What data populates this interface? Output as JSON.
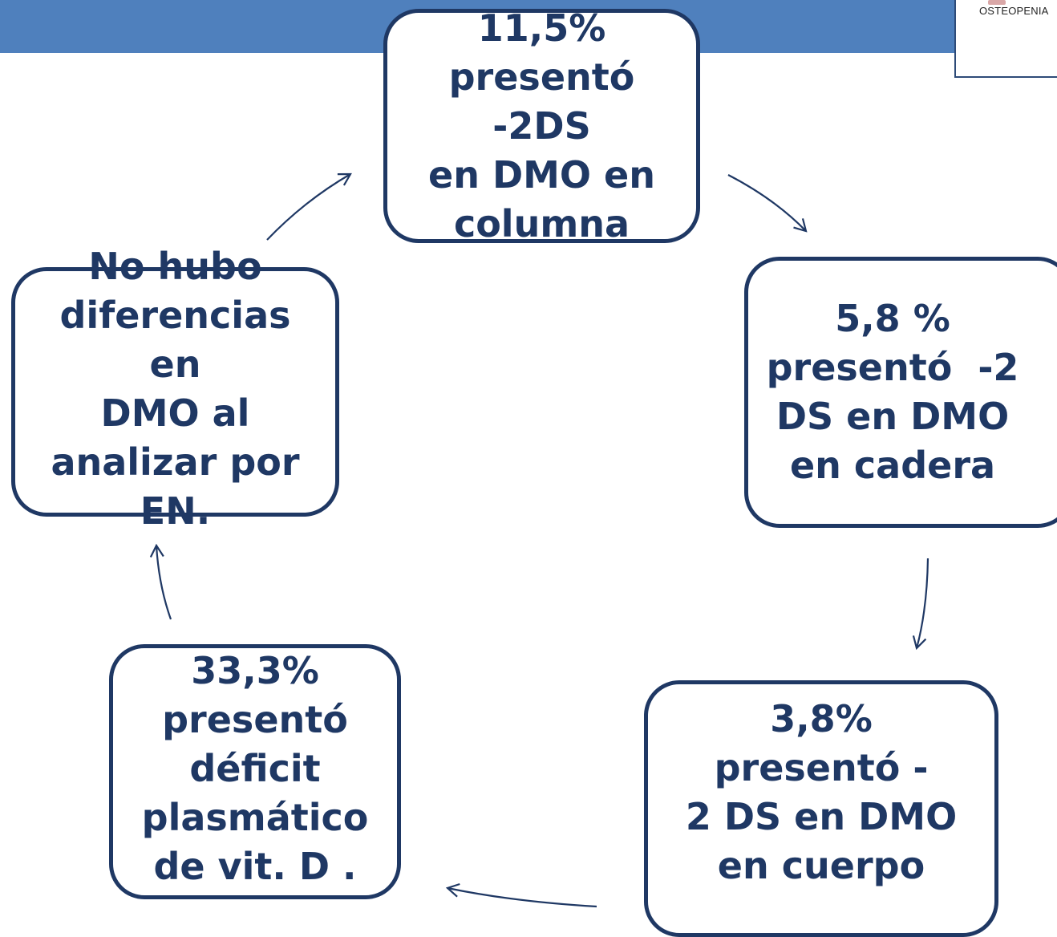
{
  "logo": {
    "text": "OSTEOPENIA"
  },
  "colors": {
    "banner": "#4f80bd",
    "node_border": "#1f3864",
    "node_text": "#1f3864",
    "arrow": "#1f3864"
  },
  "nodes": [
    {
      "id": "n1",
      "lines": [
        "11,5%",
        "presentó -2DS",
        "en DMO en",
        "columna"
      ]
    },
    {
      "id": "n2",
      "lines": [
        "5,8 %",
        "presentó  -2",
        "DS en DMO",
        "en cadera"
      ]
    },
    {
      "id": "n3",
      "lines": [
        "3,8% presentó -",
        "2 DS en DMO",
        "en cuerpo"
      ]
    },
    {
      "id": "n4",
      "lines": [
        "33,3%",
        "presentó",
        "déficit",
        "plasmático",
        "de vit. D ."
      ]
    },
    {
      "id": "n5",
      "lines": [
        "No hubo",
        "diferencias en",
        "DMO al",
        "analizar por",
        "EN."
      ]
    }
  ]
}
